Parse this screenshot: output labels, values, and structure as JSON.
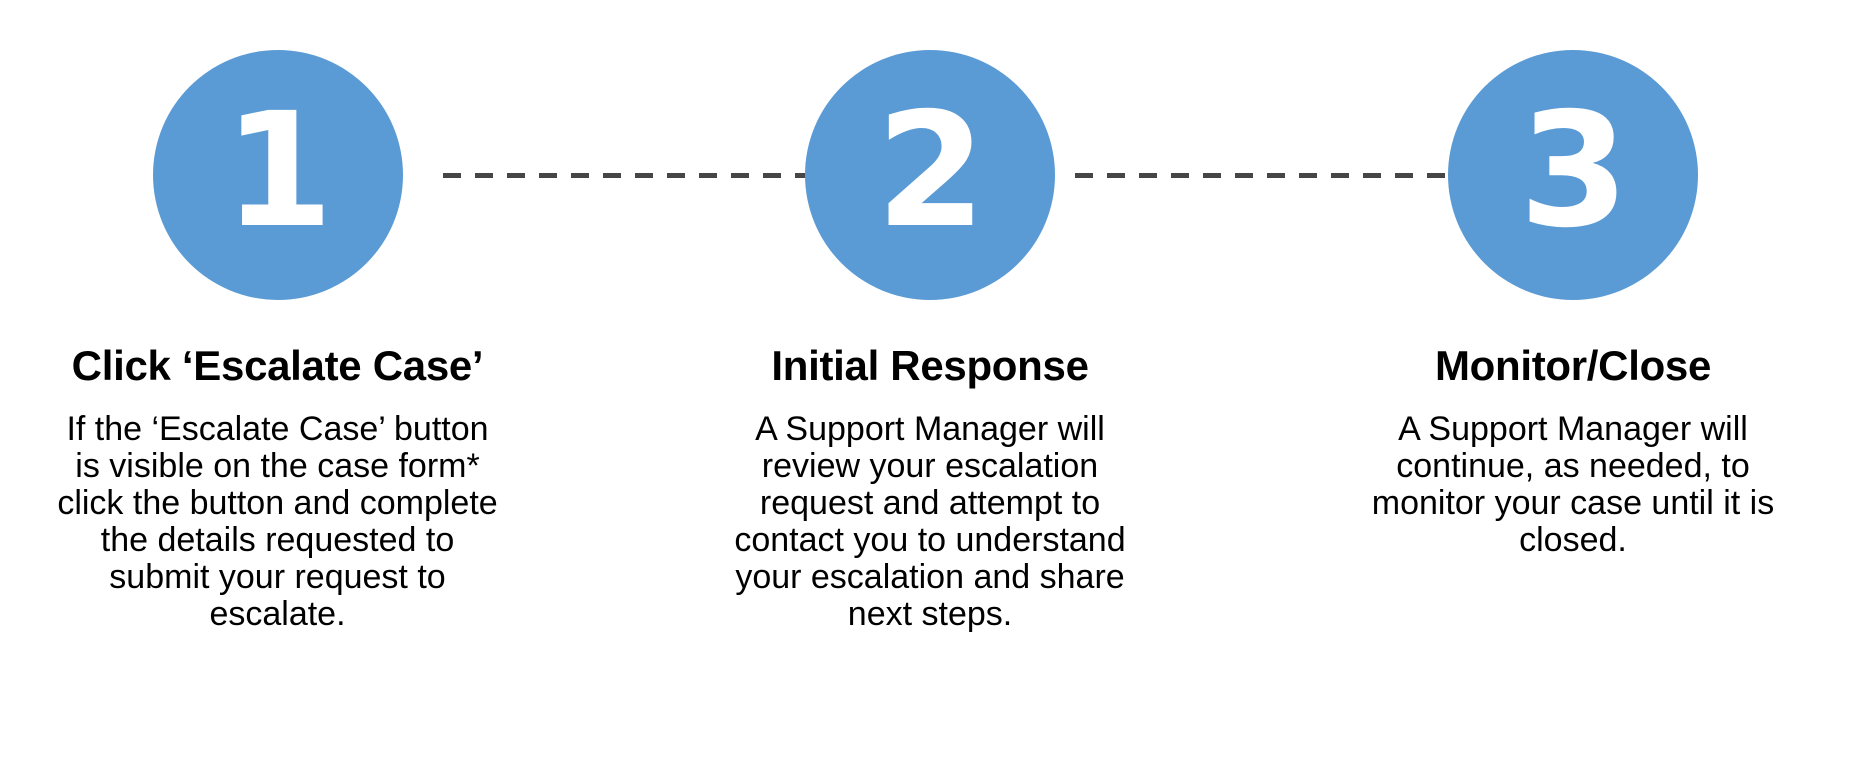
{
  "diagram": {
    "type": "three-step-process",
    "accent_color": "#5B9BD5",
    "connector_color": "#464646",
    "background_color": "#FFFFFF",
    "text_color": "#000000",
    "steps": [
      {
        "number": "1",
        "title": "Click ‘Escalate Case’",
        "body": "If the ‘Escalate Case’ button is visible on the case form* click the button and complete the details requested to submit your request to escalate."
      },
      {
        "number": "2",
        "title": "Initial Response",
        "body": "A Support Manager will review your escalation request and attempt to contact you to understand your escalation and share next steps."
      },
      {
        "number": "3",
        "title": "Monitor/Close",
        "body": "A Support Manager will continue, as needed, to monitor your case until it is closed."
      }
    ]
  }
}
